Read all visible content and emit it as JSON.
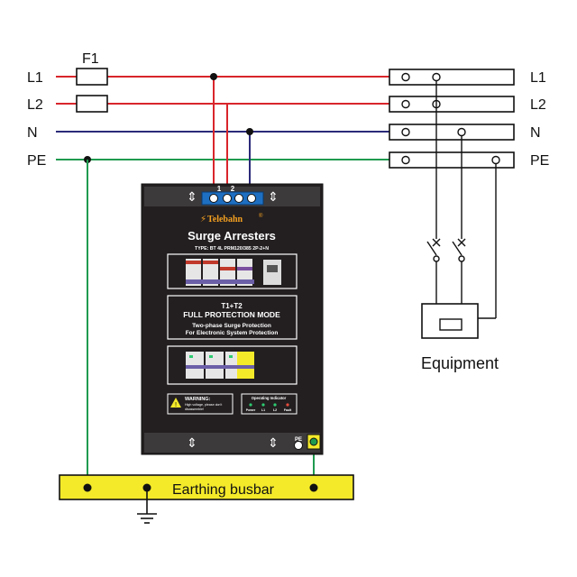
{
  "lines": {
    "left": [
      "L1",
      "L2",
      "N",
      "PE"
    ],
    "right": [
      "L1",
      "L2",
      "N",
      "PE"
    ],
    "fuse_label": "F1"
  },
  "equipment_label": "Equipment",
  "busbar_label": "Earthing busbar",
  "device": {
    "brand": "Telebahn",
    "registered": "®",
    "title": "Surge Arresters",
    "type_text": "TYPE: BT 4L PRM120/385 2P-2+N",
    "terminal_numbers": [
      "1",
      "2"
    ],
    "mode_line1": "T1+T2",
    "mode_line2": "FULL PROTECTION MODE",
    "desc_line1": "Two-phase Surge Protection",
    "desc_line2": "For Electronic System Protection",
    "warning_title": "WARNING:",
    "warning_line1": "High voltage, please don't",
    "warning_line2": "disassemble!",
    "indicator_title": "Operating Indicator",
    "indicator_labels": [
      "Power",
      "L1",
      "L2",
      "Fault"
    ],
    "pe_label": "PE"
  },
  "colors": {
    "L1": "#d9252b",
    "L2": "#d9252b",
    "N": "#2b2a7a",
    "PE": "#1f9a4f",
    "busbar": "#f4ea2a",
    "panel": "#231f20",
    "terminal": "#1e6fc2"
  }
}
